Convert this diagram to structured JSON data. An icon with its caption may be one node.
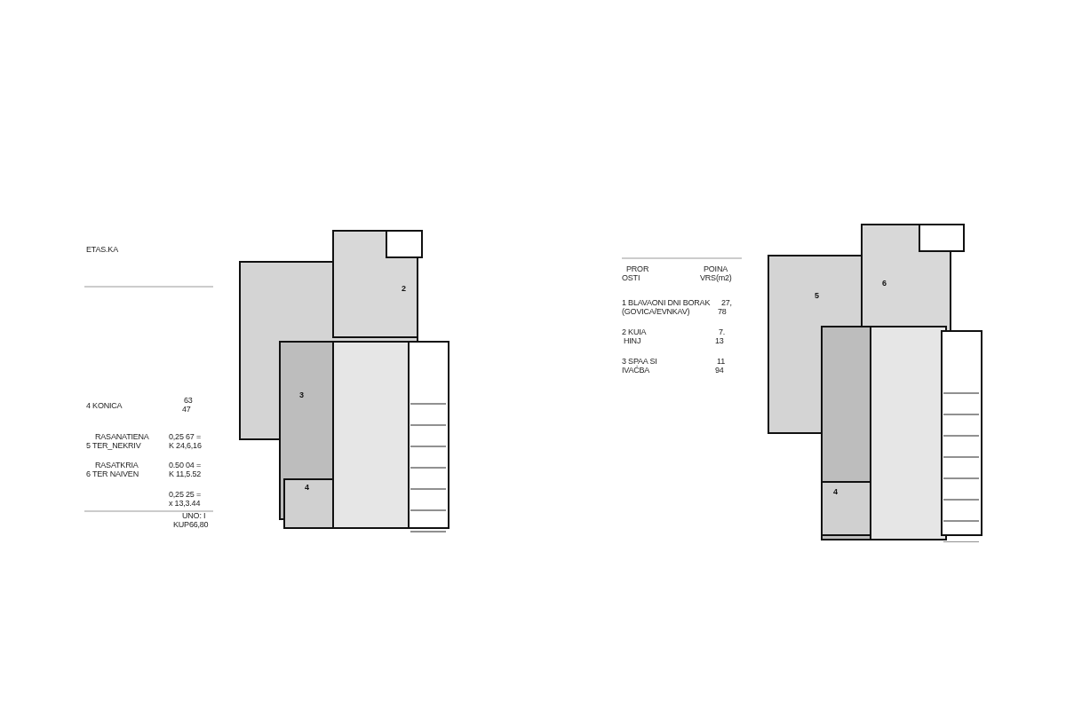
{
  "diagram": {
    "labels": [
      "ETAS.KA",
      "4 KONICA",
      "63",
      "47",
      "RASANATIENA",
      "5 TER_NEKRIV",
      "0,25 67 =",
      "K 24,6,16",
      "RASATKRIA",
      "6 TER NAIVEN",
      "0.50 04 =",
      "K 11,5.52",
      "0,25 25 =",
      "x 13,3.44",
      "UNO: I",
      "KUP66,80",
      "PROR",
      "OSTI",
      "POINA",
      "VRS(m2)",
      "1 BLAVAONI DNI BORAK",
      "(GOVICA/EVNKAV)",
      "27,",
      "78",
      "2 KUIA",
      "HINJ",
      "7.",
      "13",
      "3 SPAA SI",
      "IVAĆBA",
      "11",
      "94",
      "2",
      "3",
      "4",
      "5",
      "6",
      "4"
    ]
  }
}
